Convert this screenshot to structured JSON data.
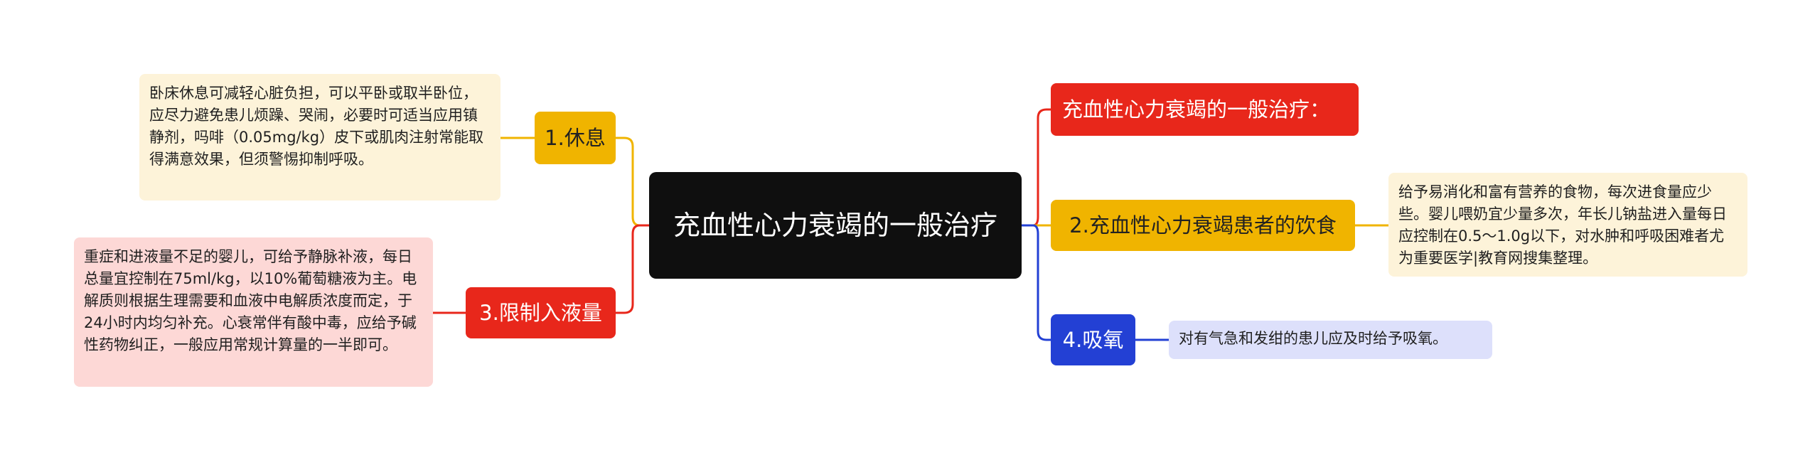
{
  "root": {
    "title": "充血性心力衰竭的一般治疗"
  },
  "branches": [
    {
      "label": "1.休息",
      "color": "#f0b400",
      "text_color": "#222222"
    },
    {
      "label": "3.限制入液量",
      "color": "#e8271b",
      "text_color": "#ffffff"
    },
    {
      "label": "充血性心力衰竭的一般治疗：",
      "color": "#e8271b",
      "text_color": "#ffffff"
    },
    {
      "label": "2.充血性心力衰竭患者的饮食",
      "color": "#f0b400",
      "text_color": "#222222"
    },
    {
      "label": "4.吸氧",
      "color": "#2340d4",
      "text_color": "#ffffff"
    }
  ],
  "notes": [
    {
      "text": "卧床休息可减轻心脏负担，可以平卧或取半卧位，应尽力避免患儿烦躁、哭闹，必要时可适当应用镇静剂，吗啡（0.05mg/kg）皮下或肌肉注射常能取得满意效果，但须警惕抑制呼吸。",
      "background": "#fdf3d9"
    },
    {
      "text": "重症和进液量不足的婴儿，可给予静脉补液，每日总量宜控制在75ml/kg，以10%葡萄糖液为主。电解质则根据生理需要和血液中电解质浓度而定，于24小时内均匀补充。心衰常伴有酸中毒，应给予碱性药物纠正，一般应用常规计算量的一半即可。",
      "background": "#fdd8d6"
    },
    {
      "text": "给予易消化和富有营养的食物，每次进食量应少些。婴儿喂奶宜少量多次，年长儿钠盐进入量每日应控制在0.5～1.0g以下，对水肿和呼吸困难者尤为重要医学|教育网搜集整理。",
      "background": "#fdf3d9"
    },
    {
      "text": "对有气急和发绀的患儿应及时给予吸氧。",
      "background": "#dde0fb"
    }
  ]
}
